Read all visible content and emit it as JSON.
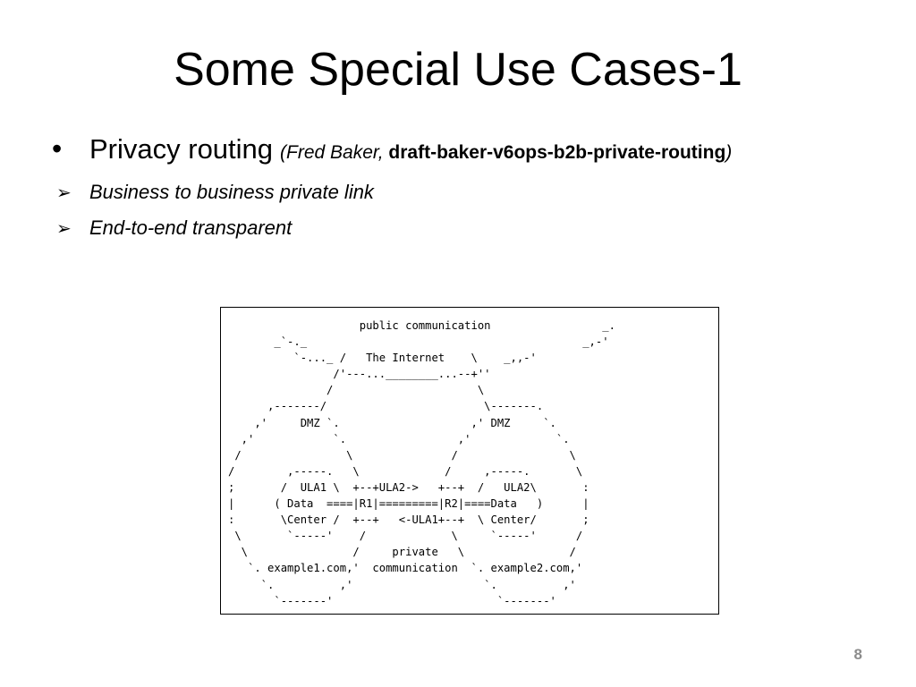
{
  "slide": {
    "title": "Some Special Use Cases-1",
    "page_number": "8"
  },
  "bullets": {
    "main": {
      "symbol": "•",
      "text": "Privacy routing",
      "open_paren_author": "(Fred Baker, ",
      "draft_name": "draft-baker-v6ops-b2b-private-routing",
      "close_paren": ")"
    },
    "sub": [
      {
        "icon": "arrow-right-icon",
        "symbol": "➢",
        "text": "Business to business private link"
      },
      {
        "icon": "arrow-right-icon",
        "symbol": "➢",
        "text": "End-to-end transparent"
      }
    ]
  },
  "diagram": {
    "ascii": "                    public communication                 _.\n       _`-._                                          _,-'\n          `-..._ /   The Internet    \\    _,,-'\n                /'---...________...--+''\n               /                      \\\n      ,-------/                        \\-------.\n    ,'     DMZ `.                    ,' DMZ     `.\n  ,'            `.                 ,'             `.\n /                \\               /                 \\\n/        ,-----.   \\             /     ,-----.       \\\n;       /  ULA1 \\  +--+ULA2->   +--+  /   ULA2\\       :\n|      ( Data  ====|R1|=========|R2|====Data   )      |\n:       \\Center /  +--+   <-ULA1+--+  \\ Center/       ;\n \\       `-----'    /             \\     `-----'      /\n  \\                /     private   \\                /\n   `. example1.com,'  communication  `. example2.com,'\n     `.          ,'                    `.          ,'\n       `-------'                         `-------'"
  }
}
